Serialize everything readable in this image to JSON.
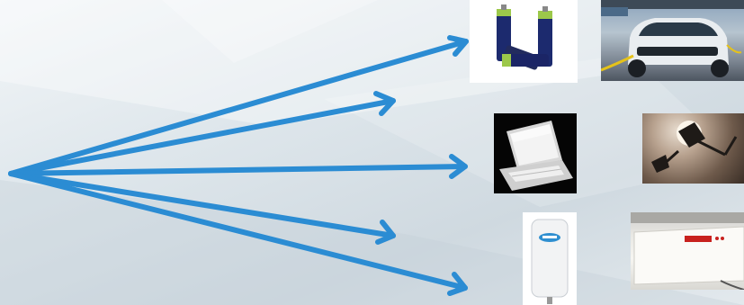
{
  "diagram": {
    "arrow_color": "#2b8cd3",
    "arrow_count": 5,
    "images": [
      {
        "name": "batteries-image",
        "icon": "aa-batteries"
      },
      {
        "name": "electric-car-image",
        "icon": "charging-electric-car"
      },
      {
        "name": "laptop-image",
        "icon": "laptop"
      },
      {
        "name": "lamp-image",
        "icon": "wall-lamp"
      },
      {
        "name": "water-heater-image",
        "icon": "electric-water-heater"
      },
      {
        "name": "radiator-image",
        "icon": "electric-panel-heater"
      }
    ]
  }
}
